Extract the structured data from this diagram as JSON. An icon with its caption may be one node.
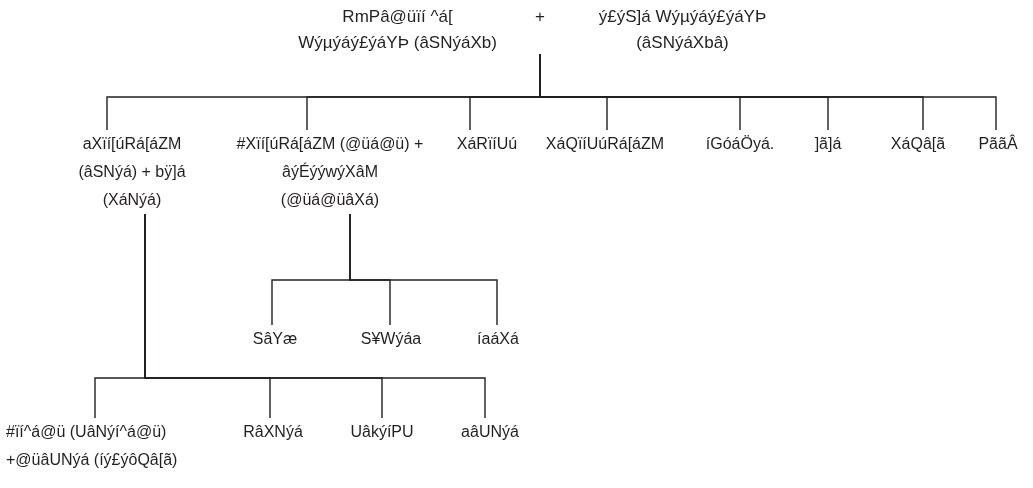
{
  "diagram": {
    "nodes": [
      {
        "text": [
          "RmPâ@üïí ^á[ Wýµýáý£ýáYÞ (âSNýáXb)",
          "+",
          "ý£ýS]á Wýµýáý£ýáYÞ (âSNýáXbâ)"
        ]
      },
      {
        "text": [
          "aXïí[úRá[áZM (âSNýá) + bÿ]á (XáNýá)"
        ]
      },
      {
        "text": [
          "#Xïí[úRá[áZM (@üá@ü) + âýÉýýwýXâM (@üá@üâXá)"
        ]
      },
      {
        "text": [
          "XáRïíUú"
        ]
      },
      {
        "text": [
          "XáQïíUúRá[áZM"
        ]
      },
      {
        "text": [
          "íGóáÖyá."
        ]
      },
      {
        "text": [
          "]ã]á"
        ]
      },
      {
        "text": [
          "XáQâ[ã"
        ]
      },
      {
        "text": [
          "PããÂ"
        ]
      },
      {
        "text": [
          "SâYæ"
        ]
      },
      {
        "text": [
          "S¥Wýáa"
        ]
      },
      {
        "text": [
          "íaáXá"
        ]
      },
      {
        "text": [
          "#ïí^á@ü (UâNýí^á@ü) +@üâUNýá (íý£ýôQâ[ã)"
        ]
      },
      {
        "text": [
          "RâXNýá"
        ]
      },
      {
        "text": [
          "UâkýíPU"
        ]
      },
      {
        "text": [
          "aâUNýá"
        ]
      }
    ],
    "edges": [
      {
        "from": 0,
        "to": 1,
        "arrow": "none"
      },
      {
        "from": 0,
        "to": 2,
        "arrow": "none"
      },
      {
        "from": 0,
        "to": 3,
        "arrow": "none"
      },
      {
        "from": 0,
        "to": 4,
        "arrow": "none"
      },
      {
        "from": 0,
        "to": 5,
        "arrow": "none"
      },
      {
        "from": 0,
        "to": 6,
        "arrow": "none"
      },
      {
        "from": 0,
        "to": 7,
        "arrow": "none"
      },
      {
        "from": 0,
        "to": 8,
        "arrow": "none"
      },
      {
        "from": 2,
        "to": 9,
        "arrow": "none"
      },
      {
        "from": 2,
        "to": 10,
        "arrow": "none"
      },
      {
        "from": 2,
        "to": 11,
        "arrow": "none"
      },
      {
        "from": 1,
        "to": 12,
        "arrow": "none"
      },
      {
        "from": 1,
        "to": 13,
        "arrow": "none"
      },
      {
        "from": 1,
        "to": 14,
        "arrow": "none"
      },
      {
        "from": 1,
        "to": 15,
        "arrow": "none"
      }
    ]
  }
}
